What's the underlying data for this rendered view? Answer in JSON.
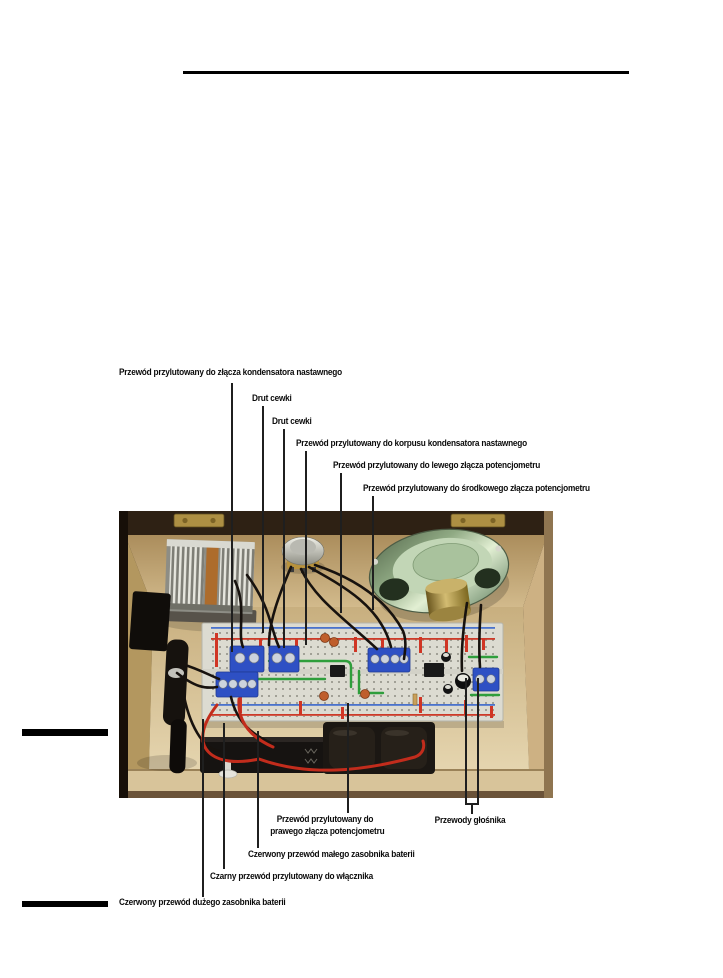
{
  "figure": {
    "labels_top": [
      {
        "text": "Przewód przylutowany do złącza kondensatora nastawnego"
      },
      {
        "text": "Drut cewki"
      },
      {
        "text": "Drut cewki"
      },
      {
        "text": "Przewód przylutowany do korpusu kondensatora nastawnego"
      },
      {
        "text": "Przewód przylutowany do lewego złącza potencjometru"
      },
      {
        "text": "Przewód przylutowany do środkowego złącza potencjometru"
      }
    ],
    "labels_bottom": [
      {
        "line1": "Przewód przylutowany do",
        "line2": "prawego złącza potencjometru"
      },
      {
        "text": "Przewody głośnika"
      },
      {
        "text": "Czerwony przewód małego zasobnika baterii"
      },
      {
        "text": "Czarny przewód przylutowany do włącznika"
      },
      {
        "text": "Czerwony przewód dużego zasobnika baterii"
      }
    ],
    "photo": {
      "scene": "open wooden box containing a breadboard radio circuit",
      "components": [
        "variable-capacitor",
        "coil-wires",
        "potentiometer",
        "speaker",
        "telescopic-antenna",
        "breadboard",
        "screw-terminal-blocks",
        "ic-chips",
        "battery-holders",
        "power-switch"
      ]
    },
    "colors": {
      "leader_line": "#1f1f1f",
      "label_text": "#0a0a0a",
      "breadboard": "#dcdbd1",
      "terminal_block_blue": "#2e50c4",
      "wire_red": "#c22c1c",
      "wire_green": "#2f9e3c",
      "wood_floor": "#d9c49c",
      "wood_dark_rim": "#33271b"
    }
  }
}
